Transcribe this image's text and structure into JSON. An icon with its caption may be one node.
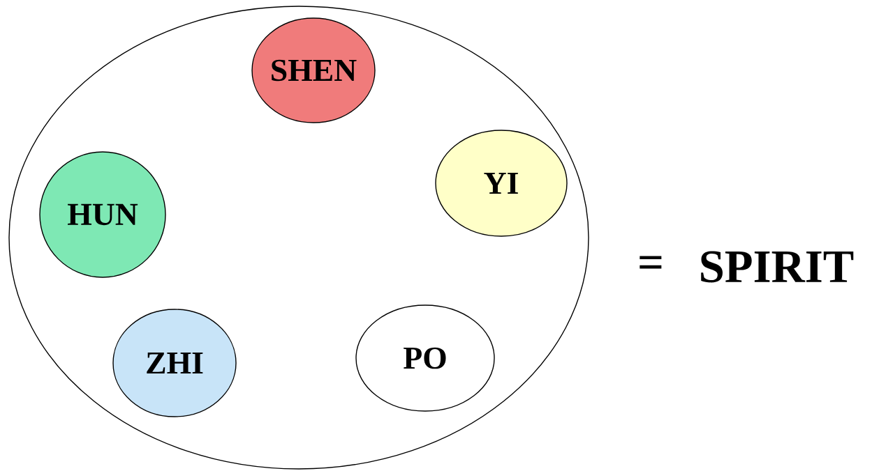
{
  "diagram": {
    "nodes": [
      {
        "text": [],
        "shape": "circle"
      },
      {
        "text": [
          "SHEN"
        ],
        "in": 0
      },
      {
        "text": [
          "YI"
        ],
        "in": 0
      },
      {
        "text": [
          "HUN"
        ],
        "in": 0
      },
      {
        "text": [
          "ZHI"
        ],
        "in": 0
      },
      {
        "text": [
          "PO"
        ],
        "in": 0
      }
    ],
    "labels": [
      "=",
      "SPIRIT"
    ]
  }
}
